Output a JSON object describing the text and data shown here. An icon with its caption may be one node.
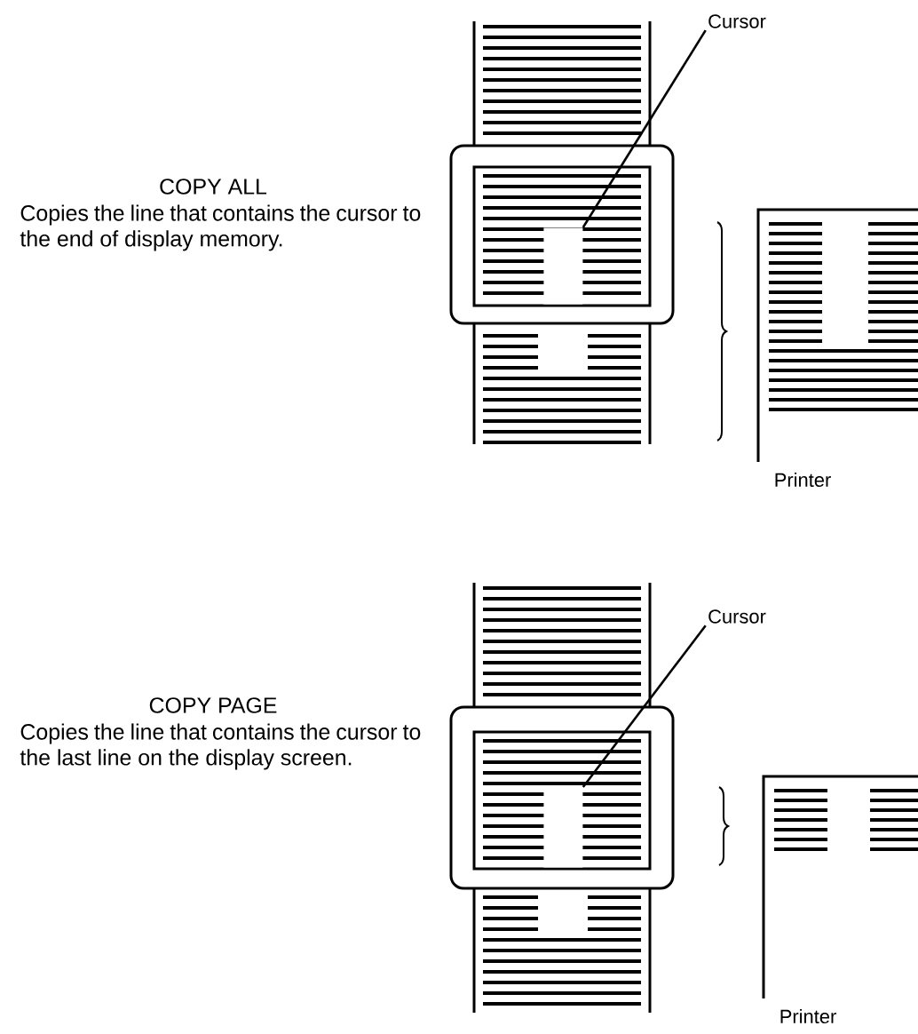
{
  "diagram": {
    "nodes": [
      {
        "text": [
          "Cursor"
        ]
      },
      {
        "text": [],
        "shape": "box"
      },
      {
        "text": [
          "Printer"
        ]
      },
      {
        "text": [
          "Cursor"
        ]
      },
      {
        "text": [],
        "shape": "box"
      },
      {
        "text": [
          "Printer"
        ]
      }
    ],
    "edges": [
      {
        "from": 0,
        "to": 1,
        "arrow": "none"
      },
      {
        "from": 3,
        "to": 4,
        "arrow": "none"
      }
    ],
    "labels": [
      "COPY ALL",
      "Copies the line that contains the cursor to the end of display memory.",
      "COPY PAGE",
      "Copies the line that contains the cursor to the last line on the display screen."
    ]
  }
}
